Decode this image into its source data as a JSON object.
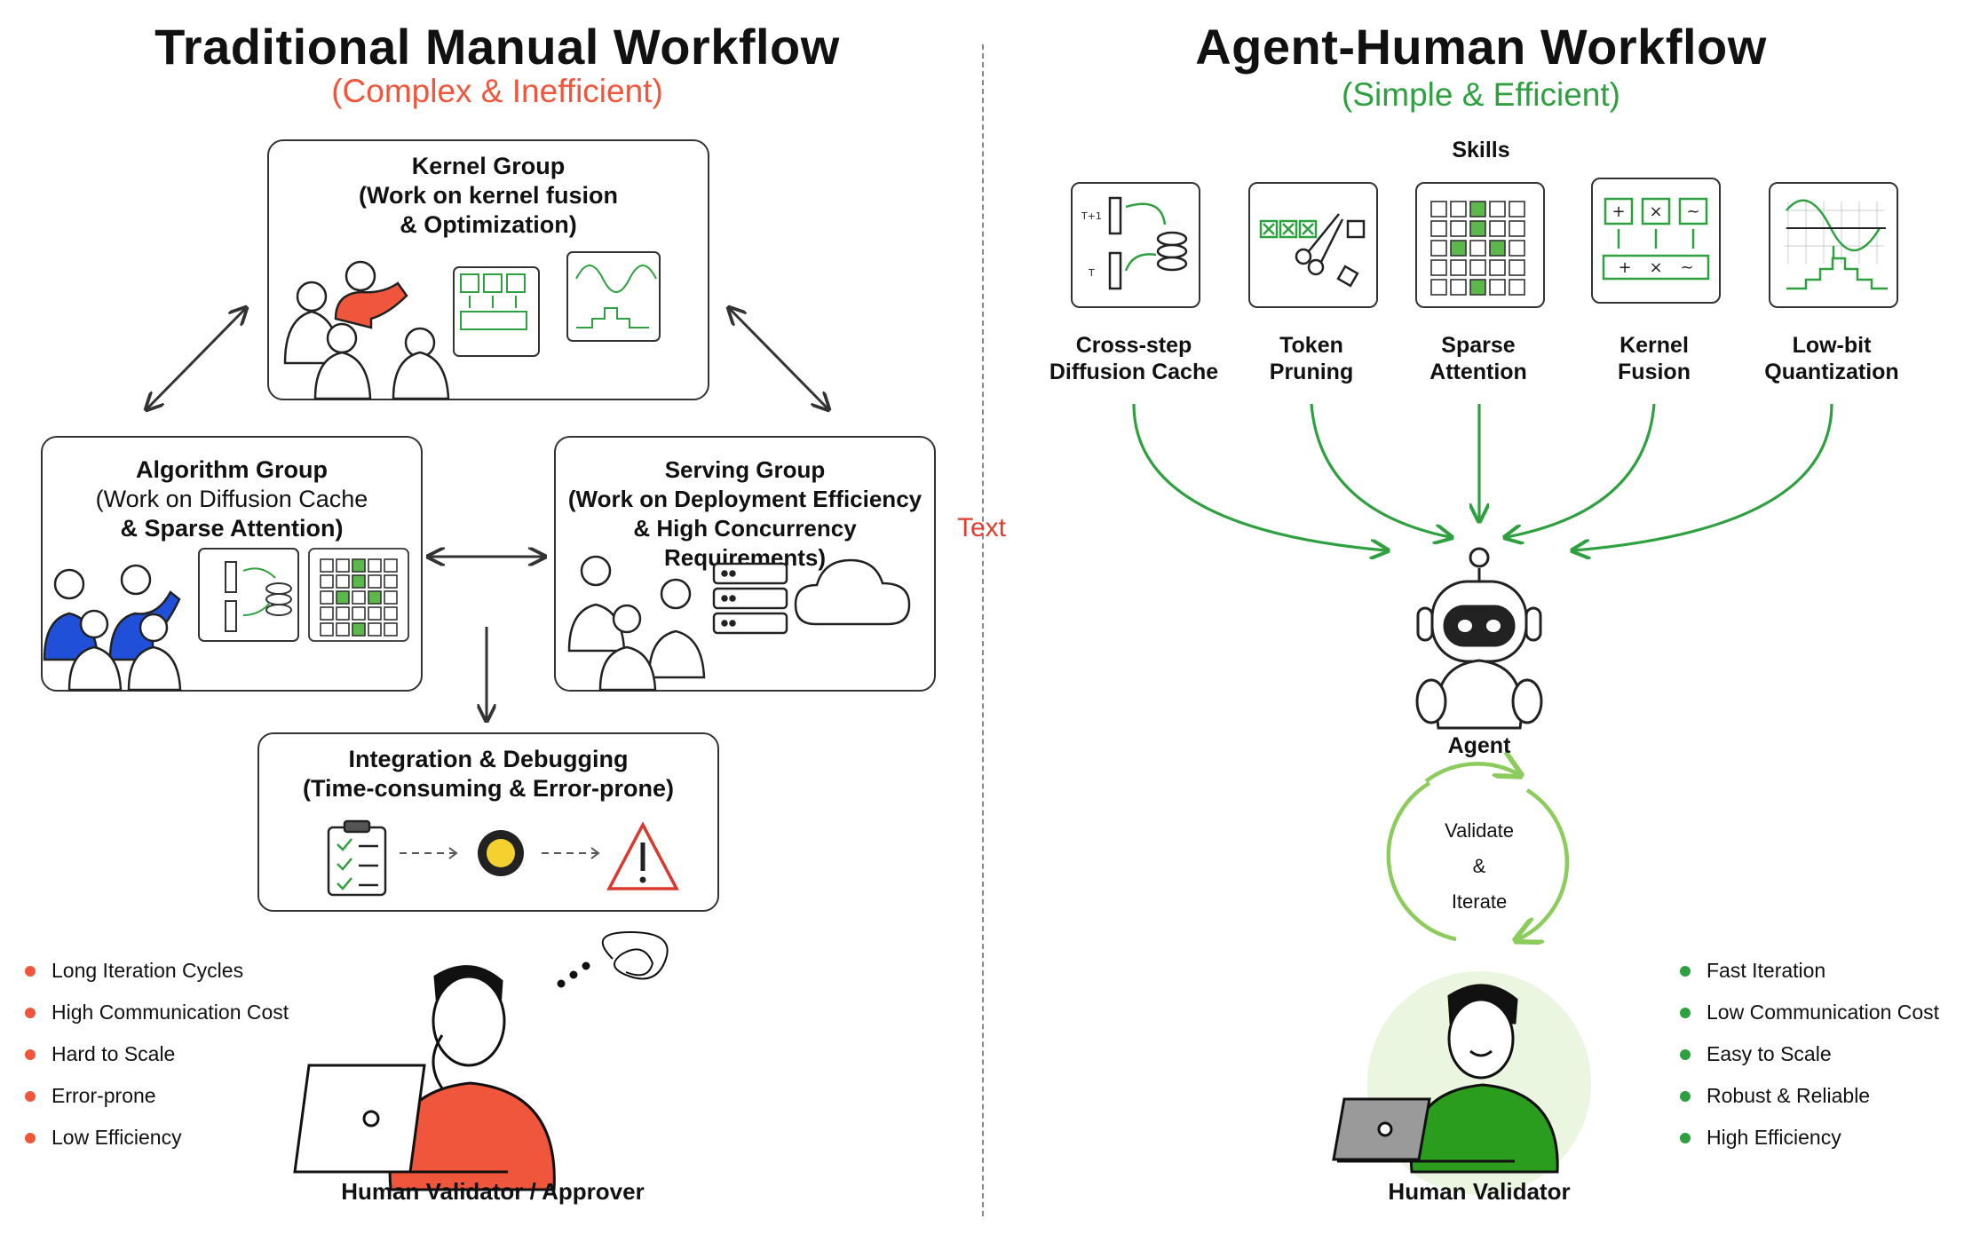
{
  "left": {
    "title": "Traditional Manual Workflow",
    "subtitle": "(Complex & Inefficient)",
    "kernel_group": {
      "line1": "Kernel Group",
      "line2": "(Work on kernel fusion",
      "line3": "& Optimization)"
    },
    "algorithm_group": {
      "line1": "Algorithm Group",
      "line2": "(Work on Diffusion Cache",
      "line3": "& Sparse Attention)"
    },
    "serving_group": {
      "line1": "Serving Group",
      "line2": "(Work on Deployment Efficiency",
      "line3": "& High Concurrency Requirements)"
    },
    "integration": {
      "line1": "Integration & Debugging",
      "line2": "(Time-consuming & Error-prone)"
    },
    "bullets": [
      "Long Iteration Cycles",
      "High Communication Cost",
      "Hard to Scale",
      "Error-prone",
      "Low Efficiency"
    ],
    "validator_caption": "Human Validator / Approver"
  },
  "stray_text": "Text",
  "right": {
    "title": "Agent-Human Workflow",
    "subtitle": "(Simple & Efficient)",
    "skills_label": "Skills",
    "skills": [
      {
        "line1": "Cross-step",
        "line2": "Diffusion Cache",
        "icon": "diffusion-cache-icon"
      },
      {
        "line1": "Token",
        "line2": "Pruning",
        "icon": "scissors-icon"
      },
      {
        "line1": "Sparse",
        "line2": "Attention",
        "icon": "grid-icon"
      },
      {
        "line1": "Kernel",
        "line2": "Fusion",
        "icon": "kernel-fusion-icon"
      },
      {
        "line1": "Low-bit",
        "line2": "Quantization",
        "icon": "quantization-icon"
      }
    ],
    "agent_label": "Agent",
    "cycle": {
      "line1": "Validate",
      "line2": "&",
      "line3": "Iterate"
    },
    "bullets": [
      "Fast Iteration",
      "Low Communication Cost",
      "Easy to Scale",
      "Robust & Reliable",
      "High Efficiency"
    ],
    "validator_caption": "Human Validator"
  },
  "colors": {
    "red": "#f0563c",
    "green": "#2ea040",
    "light_green": "#8ccc5c",
    "blue": "#2050d8",
    "dark": "#333333"
  }
}
